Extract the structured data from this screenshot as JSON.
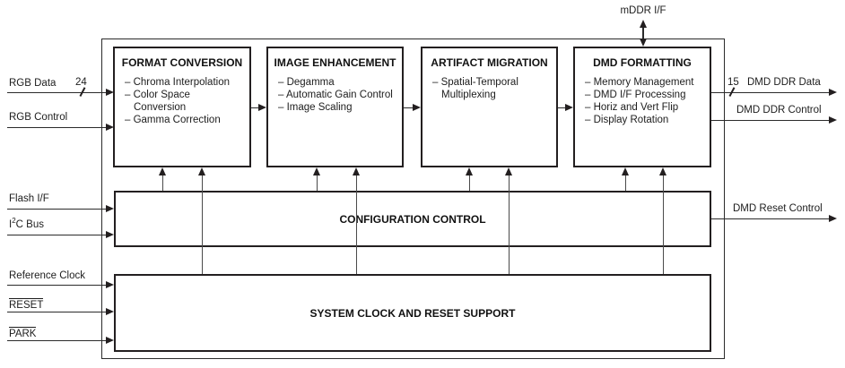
{
  "diagram": {
    "mddr_label": "mDDR I/F",
    "blocks": [
      {
        "title": "FORMAT CONVERSION",
        "items": [
          "– Chroma Interpolation",
          "– Color Space Conversion",
          "– Gamma Correction"
        ]
      },
      {
        "title": "IMAGE ENHANCEMENT",
        "items": [
          "– Degamma",
          "– Automatic Gain Control",
          "– Image Scaling"
        ]
      },
      {
        "title": "ARTIFACT MIGRATION",
        "items": [
          "– Spatial-Temporal Multiplexing"
        ]
      },
      {
        "title": "DMD FORMATTING",
        "items": [
          "– Memory Management",
          "– DMD I/F Processing",
          "– Horiz and Vert Flip",
          "– Display Rotation"
        ]
      }
    ],
    "config_title": "CONFIGURATION CONTROL",
    "system_title": "SYSTEM CLOCK AND RESET SUPPORT",
    "inputs": [
      {
        "label": "RGB Data",
        "bus_width": "24"
      },
      {
        "label": "RGB Control"
      },
      {
        "label": "Flash I/F"
      },
      {
        "label_pre": "I",
        "label_sup": "2",
        "label_post": "C Bus"
      },
      {
        "label": "Reference Clock"
      },
      {
        "label": "RESET"
      },
      {
        "label": "PARK"
      }
    ],
    "outputs": [
      {
        "label": "DMD DDR Data",
        "bus_width": "15"
      },
      {
        "label": "DMD DDR Control"
      },
      {
        "label": "DMD Reset Control"
      }
    ],
    "colors": {
      "line": "#231f20",
      "background": "#ffffff"
    }
  }
}
